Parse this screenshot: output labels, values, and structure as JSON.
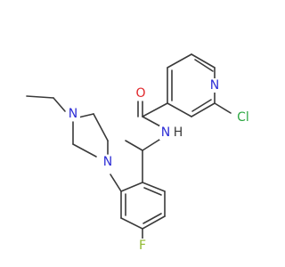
{
  "molecule": {
    "atoms": {
      "chlorine": "Cl",
      "pyridine_nitrogen": "N",
      "carbonyl_oxygen": "O",
      "amide_nh": "H",
      "amide_nitrogen": "N",
      "fluorine": "F",
      "piperazine_nitrogen_1": "N",
      "piperazine_nitrogen_2": "N"
    },
    "colors": {
      "bond": "#3a3a3a",
      "nitrogen": "#2d2dd6",
      "oxygen": "#e0262a",
      "chlorine": "#2ea843",
      "fluorine": "#8fb82e",
      "hydrogen": "#3a3a3a"
    }
  }
}
